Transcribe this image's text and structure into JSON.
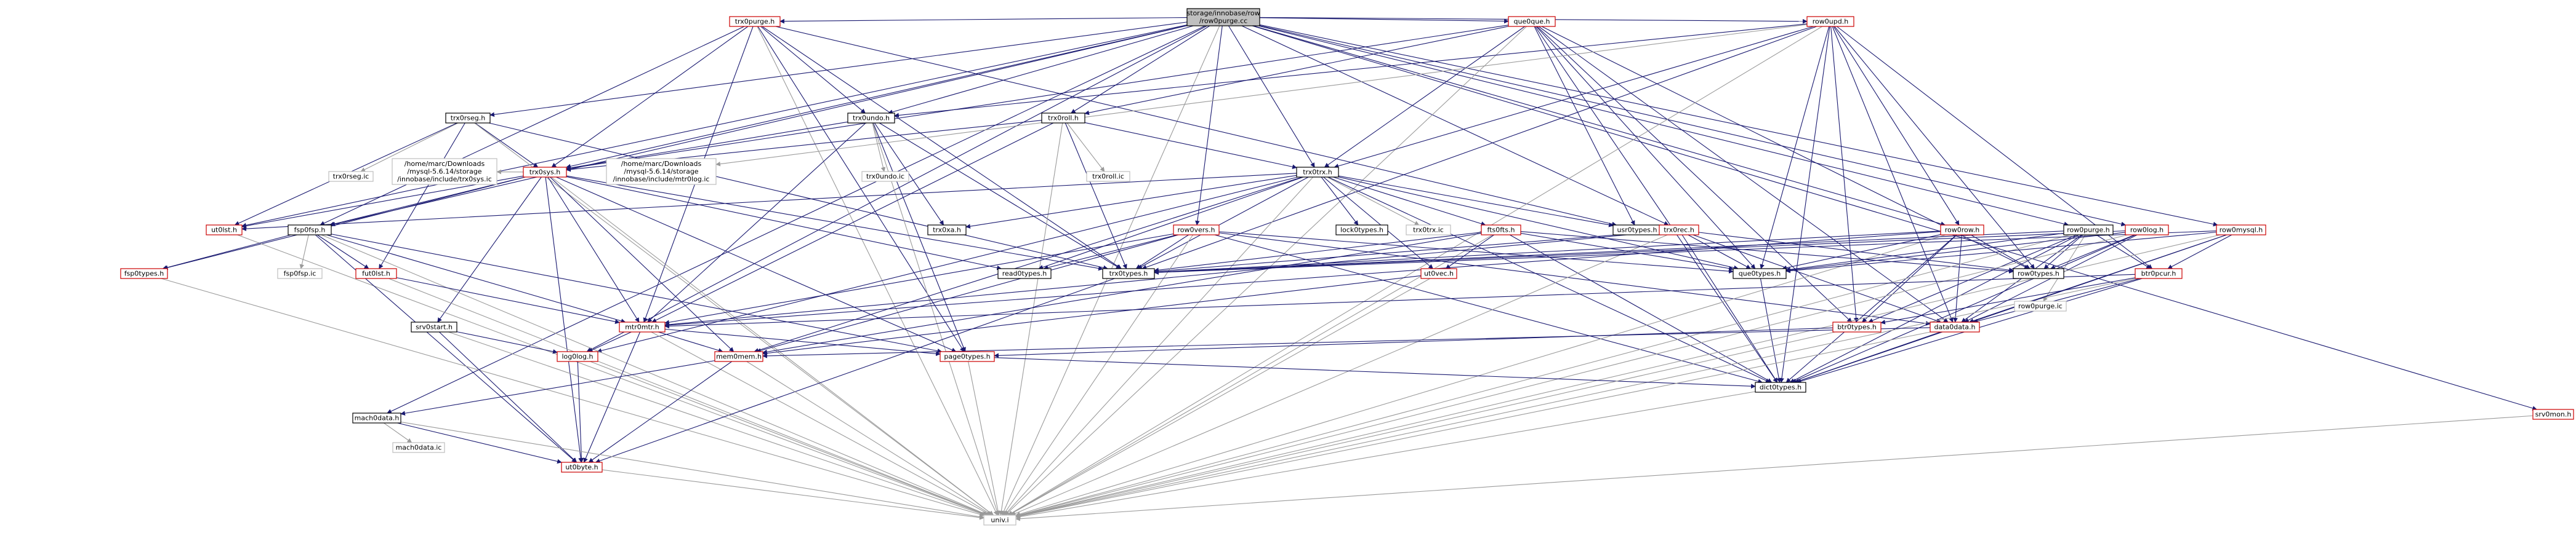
{
  "diagram": {
    "nodes": {
      "root": {
        "lines": [
          "storage/innobase/row",
          "/row0purge.cc"
        ],
        "style": "root"
      },
      "trx0purge": {
        "lines": [
          "trx0purge.h"
        ],
        "style": "red"
      },
      "que0que": {
        "lines": [
          "que0que.h"
        ],
        "style": "red"
      },
      "row0upd": {
        "lines": [
          "row0upd.h"
        ],
        "style": "red"
      },
      "trx0rseg": {
        "lines": [
          "trx0rseg.h"
        ],
        "style": "black"
      },
      "trx0undo": {
        "lines": [
          "trx0undo.h"
        ],
        "style": "black"
      },
      "trx0roll": {
        "lines": [
          "trx0roll.h"
        ],
        "style": "black"
      },
      "trx0sys": {
        "lines": [
          "trx0sys.h"
        ],
        "style": "red"
      },
      "trx0trx": {
        "lines": [
          "trx0trx.h"
        ],
        "style": "black"
      },
      "trx0rseg_ic": {
        "lines": [
          "trx0rseg.ic"
        ],
        "style": "gray"
      },
      "trx0undo_ic": {
        "lines": [
          "trx0undo.ic"
        ],
        "style": "gray"
      },
      "trx0roll_ic": {
        "lines": [
          "trx0roll.ic"
        ],
        "style": "gray"
      },
      "trx0sys_path": {
        "lines": [
          "/home/marc/Downloads",
          "/mysql-5.6.14/storage",
          "/innobase/include/trx0sys.ic"
        ],
        "style": "gray"
      },
      "mtr0log_path": {
        "lines": [
          "/home/marc/Downloads",
          "/mysql-5.6.14/storage",
          "/innobase/include/mtr0log.ic"
        ],
        "style": "gray"
      },
      "ut0lst": {
        "lines": [
          "ut0lst.h"
        ],
        "style": "red"
      },
      "fsp0fsp": {
        "lines": [
          "fsp0fsp.h"
        ],
        "style": "black"
      },
      "fsp0types": {
        "lines": [
          "fsp0types.h"
        ],
        "style": "red"
      },
      "fsp0fsp_ic": {
        "lines": [
          "fsp0fsp.ic"
        ],
        "style": "gray"
      },
      "fut0lst": {
        "lines": [
          "fut0lst.h"
        ],
        "style": "red"
      },
      "srv0start": {
        "lines": [
          "srv0start.h"
        ],
        "style": "black"
      },
      "trx0xa": {
        "lines": [
          "trx0xa.h"
        ],
        "style": "black"
      },
      "lock0types": {
        "lines": [
          "lock0types.h"
        ],
        "style": "black"
      },
      "trx0trx_ic": {
        "lines": [
          "trx0trx.ic"
        ],
        "style": "gray"
      },
      "fts0fts": {
        "lines": [
          "fts0fts.h"
        ],
        "style": "red"
      },
      "usr0types": {
        "lines": [
          "usr0types.h"
        ],
        "style": "black"
      },
      "row0vers": {
        "lines": [
          "row0vers.h"
        ],
        "style": "red"
      },
      "read0types": {
        "lines": [
          "read0types.h"
        ],
        "style": "black"
      },
      "trx0types": {
        "lines": [
          "trx0types.h"
        ],
        "style": "black"
      },
      "ut0vec": {
        "lines": [
          "ut0vec.h"
        ],
        "style": "red"
      },
      "trx0rec": {
        "lines": [
          "trx0rec.h"
        ],
        "style": "red"
      },
      "que0types": {
        "lines": [
          "que0types.h"
        ],
        "style": "black"
      },
      "row0row": {
        "lines": [
          "row0row.h"
        ],
        "style": "red"
      },
      "row0types": {
        "lines": [
          "row0types.h"
        ],
        "style": "black"
      },
      "row0purge": {
        "lines": [
          "row0purge.h"
        ],
        "style": "black"
      },
      "row0purge_ic": {
        "lines": [
          "row0purge.ic"
        ],
        "style": "gray"
      },
      "row0log": {
        "lines": [
          "row0log.h"
        ],
        "style": "red"
      },
      "btr0pcur": {
        "lines": [
          "btr0pcur.h"
        ],
        "style": "red"
      },
      "row0mysql": {
        "lines": [
          "row0mysql.h"
        ],
        "style": "red"
      },
      "mtr0mtr": {
        "lines": [
          "mtr0mtr.h"
        ],
        "style": "red"
      },
      "log0log": {
        "lines": [
          "log0log.h"
        ],
        "style": "red"
      },
      "mem0mem": {
        "lines": [
          "mem0mem.h"
        ],
        "style": "red"
      },
      "page0types": {
        "lines": [
          "page0types.h"
        ],
        "style": "red"
      },
      "btr0types": {
        "lines": [
          "btr0types.h"
        ],
        "style": "red"
      },
      "data0data": {
        "lines": [
          "data0data.h"
        ],
        "style": "red"
      },
      "dict0types": {
        "lines": [
          "dict0types.h"
        ],
        "style": "black"
      },
      "mach0data": {
        "lines": [
          "mach0data.h"
        ],
        "style": "black"
      },
      "mach0data_ic": {
        "lines": [
          "mach0data.ic"
        ],
        "style": "gray"
      },
      "ut0byte": {
        "lines": [
          "ut0byte.h"
        ],
        "style": "red"
      },
      "univ": {
        "lines": [
          "univ.i"
        ],
        "style": "gray"
      },
      "srv0mon": {
        "lines": [
          "srv0mon.h"
        ],
        "style": "red"
      }
    },
    "edges": [
      [
        "root",
        "trx0purge"
      ],
      [
        "root",
        "que0que"
      ],
      [
        "root",
        "row0upd"
      ],
      [
        "root",
        "trx0rseg"
      ],
      [
        "root",
        "trx0undo"
      ],
      [
        "root",
        "trx0roll"
      ],
      [
        "root",
        "trx0trx"
      ],
      [
        "root",
        "trx0sys"
      ],
      [
        "root",
        "fsp0fsp"
      ],
      [
        "root",
        "ut0lst"
      ],
      [
        "root",
        "row0vers"
      ],
      [
        "root",
        "trx0rec"
      ],
      [
        "root",
        "row0row"
      ],
      [
        "root",
        "row0purge"
      ],
      [
        "root",
        "row0log"
      ],
      [
        "root",
        "row0mysql"
      ],
      [
        "root",
        "srv0mon"
      ],
      [
        "root",
        "mach0data"
      ],
      [
        "root",
        "log0log"
      ],
      [
        "root",
        "univ"
      ],
      [
        "trx0purge",
        "trx0sys"
      ],
      [
        "trx0purge",
        "trx0undo"
      ],
      [
        "trx0purge",
        "trx0types"
      ],
      [
        "trx0purge",
        "univ"
      ],
      [
        "trx0purge",
        "page0types"
      ],
      [
        "trx0purge",
        "usr0types"
      ],
      [
        "trx0purge",
        "fsp0fsp"
      ],
      [
        "trx0purge",
        "mtr0mtr"
      ],
      [
        "que0que",
        "trx0trx"
      ],
      [
        "que0que",
        "trx0roll"
      ],
      [
        "que0que",
        "que0types"
      ],
      [
        "que0que",
        "usr0types"
      ],
      [
        "que0que",
        "row0types"
      ],
      [
        "que0que",
        "dict0types"
      ],
      [
        "que0que",
        "univ"
      ],
      [
        "que0que",
        "trx0sys"
      ],
      [
        "que0que",
        "data0data"
      ],
      [
        "que0que",
        "btr0types"
      ],
      [
        "row0upd",
        "trx0undo"
      ],
      [
        "row0upd",
        "trx0trx"
      ],
      [
        "row0upd",
        "btr0types"
      ],
      [
        "row0upd",
        "row0types"
      ],
      [
        "row0upd",
        "dict0types"
      ],
      [
        "row0upd",
        "que0types"
      ],
      [
        "row0upd",
        "trx0types"
      ],
      [
        "row0upd",
        "data0data"
      ],
      [
        "row0upd",
        "row0row"
      ],
      [
        "row0upd",
        "btr0pcur"
      ],
      [
        "row0upd",
        "univ"
      ],
      [
        "row0upd",
        "mtr0log_path"
      ],
      [
        "trx0rseg",
        "trx0sys"
      ],
      [
        "trx0rseg",
        "trx0rseg_ic"
      ],
      [
        "trx0rseg",
        "trx0types"
      ],
      [
        "trx0rseg",
        "univ"
      ],
      [
        "trx0rseg",
        "ut0lst"
      ],
      [
        "trx0rseg",
        "fut0lst"
      ],
      [
        "trx0undo",
        "trx0sys"
      ],
      [
        "trx0undo",
        "trx0undo_ic"
      ],
      [
        "trx0undo",
        "mtr0mtr"
      ],
      [
        "trx0undo",
        "page0types"
      ],
      [
        "trx0undo",
        "trx0xa"
      ],
      [
        "trx0undo",
        "univ"
      ],
      [
        "trx0undo",
        "trx0types"
      ],
      [
        "trx0roll",
        "trx0trx"
      ],
      [
        "trx0roll",
        "trx0roll_ic"
      ],
      [
        "trx0roll",
        "trx0sys"
      ],
      [
        "trx0roll",
        "trx0types"
      ],
      [
        "trx0roll",
        "univ"
      ],
      [
        "trx0roll",
        "mtr0mtr"
      ],
      [
        "trx0sys",
        "trx0sys_path"
      ],
      [
        "trx0sys",
        "mtr0mtr"
      ],
      [
        "trx0sys",
        "ut0lst"
      ],
      [
        "trx0sys",
        "fsp0fsp"
      ],
      [
        "trx0sys",
        "fsp0types"
      ],
      [
        "trx0sys",
        "trx0types"
      ],
      [
        "trx0sys",
        "mem0mem"
      ],
      [
        "trx0sys",
        "read0types"
      ],
      [
        "trx0sys",
        "page0types"
      ],
      [
        "trx0sys",
        "ut0byte"
      ],
      [
        "trx0sys",
        "univ"
      ],
      [
        "trx0sys",
        "srv0start"
      ],
      [
        "trx0trx",
        "trx0xa"
      ],
      [
        "trx0trx",
        "lock0types"
      ],
      [
        "trx0trx",
        "trx0trx_ic"
      ],
      [
        "trx0trx",
        "usr0types"
      ],
      [
        "trx0trx",
        "fts0fts"
      ],
      [
        "trx0trx",
        "que0types"
      ],
      [
        "trx0trx",
        "mem0mem"
      ],
      [
        "trx0trx",
        "trx0types"
      ],
      [
        "trx0trx",
        "read0types"
      ],
      [
        "trx0trx",
        "ut0vec"
      ],
      [
        "trx0trx",
        "dict0types"
      ],
      [
        "trx0trx",
        "ut0lst"
      ],
      [
        "trx0trx",
        "univ"
      ],
      [
        "trx0trx",
        "log0log"
      ],
      [
        "ut0lst",
        "univ"
      ],
      [
        "fsp0fsp",
        "fsp0types"
      ],
      [
        "fsp0fsp",
        "fsp0fsp_ic"
      ],
      [
        "fsp0fsp",
        "fut0lst"
      ],
      [
        "fsp0fsp",
        "mtr0mtr"
      ],
      [
        "fsp0fsp",
        "page0types"
      ],
      [
        "fsp0fsp",
        "ut0byte"
      ],
      [
        "fsp0fsp",
        "univ"
      ],
      [
        "fsp0types",
        "univ"
      ],
      [
        "fut0lst",
        "mtr0mtr"
      ],
      [
        "fut0lst",
        "univ"
      ],
      [
        "srv0start",
        "log0log"
      ],
      [
        "srv0start",
        "ut0byte"
      ],
      [
        "srv0start",
        "univ"
      ],
      [
        "fts0fts",
        "ut0vec"
      ],
      [
        "fts0fts",
        "mem0mem"
      ],
      [
        "fts0fts",
        "dict0types"
      ],
      [
        "fts0fts",
        "univ"
      ],
      [
        "fts0fts",
        "que0types"
      ],
      [
        "fts0fts",
        "row0types"
      ],
      [
        "fts0fts",
        "trx0types"
      ],
      [
        "row0vers",
        "trx0types"
      ],
      [
        "row0vers",
        "mtr0mtr"
      ],
      [
        "row0vers",
        "univ"
      ],
      [
        "row0vers",
        "que0types"
      ],
      [
        "row0vers",
        "read0types"
      ],
      [
        "row0vers",
        "dict0types"
      ],
      [
        "row0vers",
        "data0data"
      ],
      [
        "row0vers",
        "mem0mem"
      ],
      [
        "trx0types",
        "ut0byte"
      ],
      [
        "ut0vec",
        "mem0mem"
      ],
      [
        "ut0vec",
        "univ"
      ],
      [
        "trx0rec",
        "que0types"
      ],
      [
        "trx0rec",
        "dict0types"
      ],
      [
        "trx0rec",
        "row0types"
      ],
      [
        "trx0rec",
        "mtr0mtr"
      ],
      [
        "trx0rec",
        "univ"
      ],
      [
        "trx0rec",
        "data0data"
      ],
      [
        "trx0rec",
        "trx0types"
      ],
      [
        "que0types",
        "dict0types"
      ],
      [
        "row0row",
        "btr0types"
      ],
      [
        "row0row",
        "data0data"
      ],
      [
        "row0row",
        "que0types"
      ],
      [
        "row0row",
        "row0types"
      ],
      [
        "row0row",
        "dict0types"
      ],
      [
        "row0row",
        "mtr0mtr"
      ],
      [
        "row0row",
        "trx0types"
      ],
      [
        "row0row",
        "univ"
      ],
      [
        "row0purge",
        "row0purge_ic"
      ],
      [
        "row0purge",
        "row0types"
      ],
      [
        "row0purge",
        "que0types"
      ],
      [
        "row0purge",
        "btr0pcur"
      ],
      [
        "row0purge",
        "data0data"
      ],
      [
        "row0purge",
        "dict0types"
      ],
      [
        "row0purge",
        "trx0types"
      ],
      [
        "row0purge",
        "btr0types"
      ],
      [
        "row0purge",
        "univ"
      ],
      [
        "row0log",
        "data0data"
      ],
      [
        "row0log",
        "row0types"
      ],
      [
        "row0log",
        "que0types"
      ],
      [
        "row0log",
        "dict0types"
      ],
      [
        "row0log",
        "trx0types"
      ],
      [
        "row0log",
        "univ"
      ],
      [
        "btr0pcur",
        "dict0types"
      ],
      [
        "btr0pcur",
        "data0data"
      ],
      [
        "btr0pcur",
        "mtr0mtr"
      ],
      [
        "btr0pcur",
        "btr0types"
      ],
      [
        "btr0pcur",
        "univ"
      ],
      [
        "row0mysql",
        "data0data"
      ],
      [
        "row0mysql",
        "que0types"
      ],
      [
        "row0mysql",
        "dict0types"
      ],
      [
        "row0mysql",
        "trx0types"
      ],
      [
        "row0mysql",
        "btr0pcur"
      ],
      [
        "row0mysql",
        "univ"
      ],
      [
        "mtr0mtr",
        "mem0mem"
      ],
      [
        "mtr0mtr",
        "log0log"
      ],
      [
        "mtr0mtr",
        "ut0byte"
      ],
      [
        "mtr0mtr",
        "univ"
      ],
      [
        "mtr0mtr",
        "page0types"
      ],
      [
        "log0log",
        "ut0byte"
      ],
      [
        "log0log",
        "univ"
      ],
      [
        "mem0mem",
        "mach0data"
      ],
      [
        "mem0mem",
        "ut0byte"
      ],
      [
        "mem0mem",
        "univ"
      ],
      [
        "page0types",
        "dict0types"
      ],
      [
        "page0types",
        "univ"
      ],
      [
        "btr0types",
        "page0types"
      ],
      [
        "btr0types",
        "univ"
      ],
      [
        "data0data",
        "dict0types"
      ],
      [
        "data0data",
        "mem0mem"
      ],
      [
        "data0data",
        "univ"
      ],
      [
        "dict0types",
        "univ"
      ],
      [
        "mach0data",
        "mach0data_ic"
      ],
      [
        "mach0data",
        "ut0byte"
      ],
      [
        "mach0data",
        "univ"
      ],
      [
        "ut0byte",
        "univ"
      ],
      [
        "srv0mon",
        "univ"
      ]
    ]
  },
  "colors": {
    "edge": "#191970",
    "edge_gray": "#9a9a9a",
    "red_border": "#cc0000",
    "black_border": "#000000",
    "gray_border": "#bfbfbf",
    "root_fill": "#bfbfbf"
  }
}
